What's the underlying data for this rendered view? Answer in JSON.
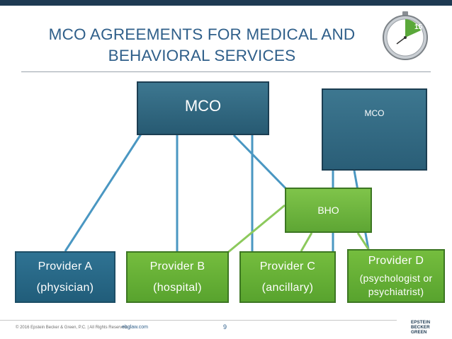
{
  "title": {
    "line1": "MCO AGREEMENTS FOR MEDICAL AND",
    "line2": "BEHAVIORAL SERVICES"
  },
  "timer": {
    "label": "15",
    "icon": "stopwatch-icon"
  },
  "diagram": {
    "mco_main": "MCO",
    "mco_secondary": "MCO",
    "bho": "BHO",
    "providers": [
      {
        "name": "Provider A",
        "desc": "(physician)"
      },
      {
        "name": "Provider B",
        "desc": "(hospital)"
      },
      {
        "name": "Provider C",
        "desc": "(ancillary)"
      },
      {
        "name": "Provider D",
        "desc": "(psychologist or psychiatrist)"
      }
    ]
  },
  "footer": {
    "copyright": "© 2016 Epstein Becker & Green, P.C. | All Rights Reserved. |",
    "site": "ebglaw.com",
    "page_number": "9",
    "logo": [
      "EPSTEIN",
      "BECKER",
      "GREEN"
    ]
  },
  "colors": {
    "blue_line": "#4a97c2",
    "green_line": "#8cc95c",
    "title": "#2f5f8a"
  }
}
